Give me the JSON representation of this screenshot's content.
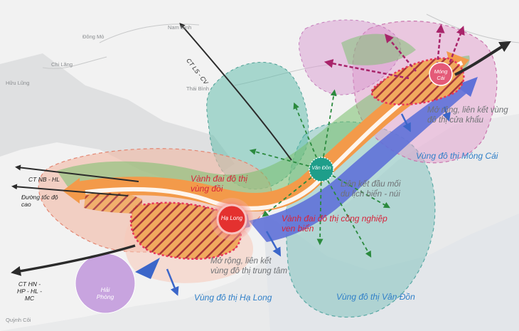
{
  "labels": {
    "ring_region": "Vành đai đô thị\nvùng đồi",
    "ring_coastal": "Vành đai đô thị  công nghiệp\nven biển",
    "tourism_link": "Liên kết đầu mối\ndu lịch biển - núi",
    "expand_border": "Mở rộng, liên kết vùng\nđô thị cửa khẩu",
    "expand_center": "Mở rộng, liên kết\nvùng đô thị trung tâm",
    "zone_mongcai": "Vùng đô thị Móng Cái",
    "zone_halong": "Vùng đô thị Hạ Long",
    "zone_vandon": "Vùng đô thị Vân Đồn",
    "route_ls": "CT LS - CV",
    "route_nb": "CT NB - HL",
    "route_highway": "Đường tốc độ\ncao",
    "route_hn": "CT HN -\nHP - HL -\nMC"
  },
  "hubs": {
    "halong": "Hạ Long",
    "vandon": "Vân Đồn",
    "mongcai": "Móng\nCái",
    "haiphong": "Hải\nPhòng"
  },
  "basemap_places": {
    "p1": "Nam Định",
    "p2": "Đông Mỏ",
    "p3": "Chi Lăng",
    "p4": "Hữu Lũng",
    "p5": "Thái Bình",
    "p6": "Quỳnh Côi"
  },
  "colors": {
    "red_ring": "#e4312f",
    "teal_hub": "#1e9e8a",
    "orange_band": "#f39a4a",
    "blue_band": "#5f71d8",
    "purple_zone": "#b98ad8",
    "label_red": "#d8233a",
    "label_blue": "#2f7fc8"
  }
}
